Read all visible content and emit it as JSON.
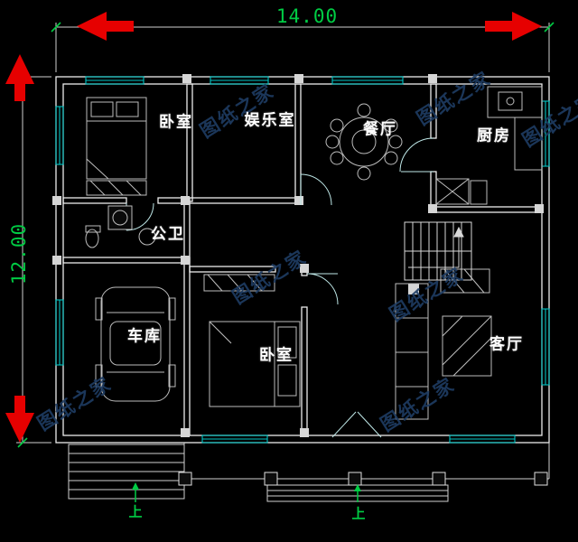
{
  "dimensions": {
    "width_label": "14.00",
    "height_label": "12.00"
  },
  "rooms": [
    {
      "id": "bedroom-top",
      "label": "卧室"
    },
    {
      "id": "entertainment-room",
      "label": "娱乐室"
    },
    {
      "id": "dining-room",
      "label": "餐厅"
    },
    {
      "id": "kitchen",
      "label": "厨房"
    },
    {
      "id": "bathroom",
      "label": "公卫"
    },
    {
      "id": "garage",
      "label": "车库"
    },
    {
      "id": "bedroom-bottom",
      "label": "卧室"
    },
    {
      "id": "living-room",
      "label": "客厅"
    }
  ],
  "entry_marks": {
    "left_steps": "上",
    "front_steps": "上"
  },
  "watermark": {
    "text": "图纸之家",
    "color": "#1e3c63"
  },
  "colors": {
    "background": "#000000",
    "walls": "#ececec",
    "windows": "#00c4c4",
    "dimension_text": "#00cc44",
    "arrows": "#e60000",
    "labels": "#ffffff",
    "furniture": "#bdbdbd"
  }
}
